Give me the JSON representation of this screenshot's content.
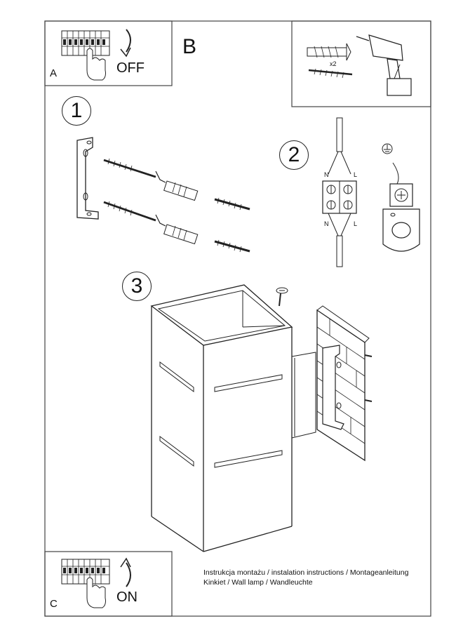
{
  "panels": {
    "a": {
      "step_letter": "A",
      "switch_state": "OFF"
    },
    "b": {
      "step_letter": "B",
      "quantity": "x2"
    },
    "c": {
      "step_letter": "C",
      "switch_state": "ON"
    }
  },
  "steps": {
    "one": "1",
    "two": "2",
    "three": "3"
  },
  "wiring": {
    "neutral_top": "N",
    "live_top": "L",
    "neutral_bottom": "N",
    "live_bottom": "L"
  },
  "footer": {
    "line1": "Instrukcja montażu / instalation instructions / Montageanleitung",
    "line2": "Kinkiet / Wall lamp / Wandleuchte"
  },
  "colors": {
    "line": "#222222",
    "frame": "#444444",
    "background": "#ffffff"
  }
}
